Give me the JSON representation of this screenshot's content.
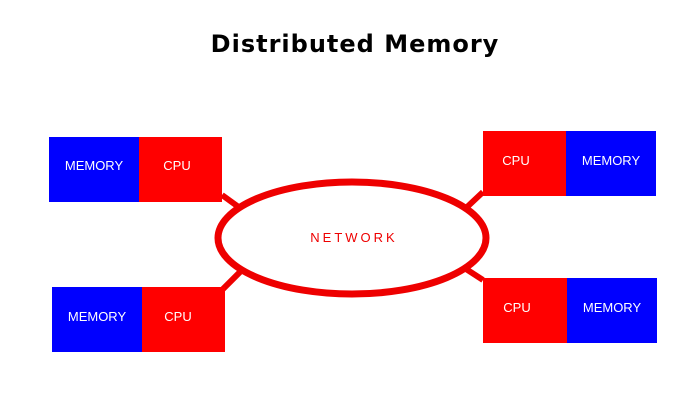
{
  "title": "Distributed Memory",
  "network": {
    "label": "NETWORK"
  },
  "nodes": [
    {
      "memory_label": "MEMORY",
      "cpu_label": "CPU"
    },
    {
      "memory_label": "MEMORY",
      "cpu_label": "CPU"
    },
    {
      "memory_label": "MEMORY",
      "cpu_label": "CPU"
    },
    {
      "memory_label": "MEMORY",
      "cpu_label": "CPU"
    }
  ],
  "colors": {
    "memory": "#0000ff",
    "cpu": "#ff0000",
    "network": "#ee0000",
    "label_on_box": "#ffffff",
    "title": "#000000",
    "background": "#ffffff"
  }
}
